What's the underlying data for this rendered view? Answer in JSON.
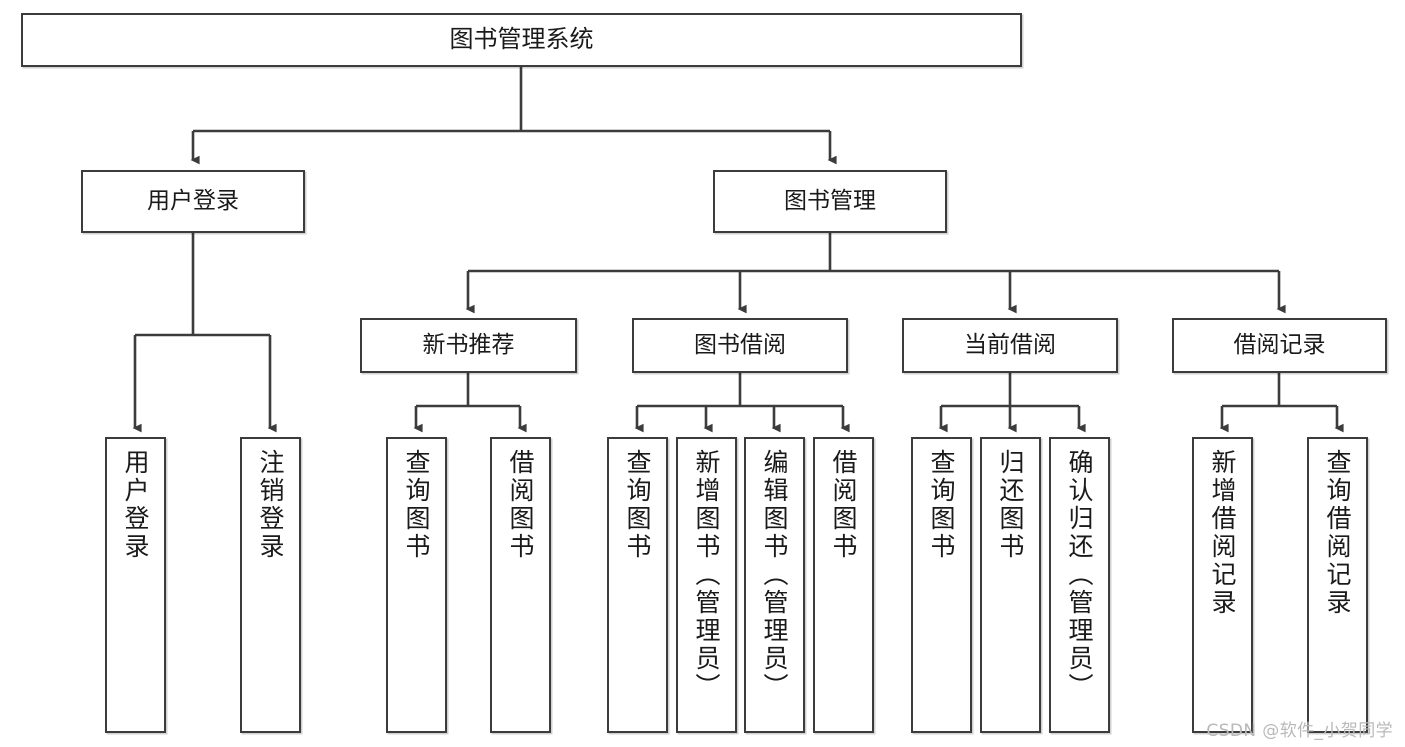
{
  "diagram": {
    "title": "图书管理系统",
    "type": "tree-hierarchy",
    "watermark": "CSDN @软件_小贺同学",
    "colors": {
      "stroke": "#3c3c3c",
      "fill": "#ffffff",
      "text": "#1a1a1a",
      "watermark": "#b9b9b9"
    },
    "root": {
      "label": "图书管理系统"
    },
    "level1": [
      {
        "label": "用户登录"
      },
      {
        "label": "图书管理"
      }
    ],
    "level2": [
      {
        "label": "新书推荐"
      },
      {
        "label": "图书借阅"
      },
      {
        "label": "当前借阅"
      },
      {
        "label": "借阅记录"
      }
    ],
    "leaves": {
      "user_login": [
        {
          "label": "用户登录"
        },
        {
          "label": "注销登录"
        }
      ],
      "new_book": [
        {
          "label": "查询图书"
        },
        {
          "label": "借阅图书"
        }
      ],
      "book_borrow": [
        {
          "label": "查询图书"
        },
        {
          "label": "新增图书（管理员）"
        },
        {
          "label": "编辑图书（管理员）"
        },
        {
          "label": "借阅图书"
        }
      ],
      "current_borrow": [
        {
          "label": "查询图书"
        },
        {
          "label": "归还图书"
        },
        {
          "label": "确认归还（管理员）"
        }
      ],
      "borrow_record": [
        {
          "label": "新增借阅记录"
        },
        {
          "label": "查询借阅记录"
        }
      ]
    }
  }
}
